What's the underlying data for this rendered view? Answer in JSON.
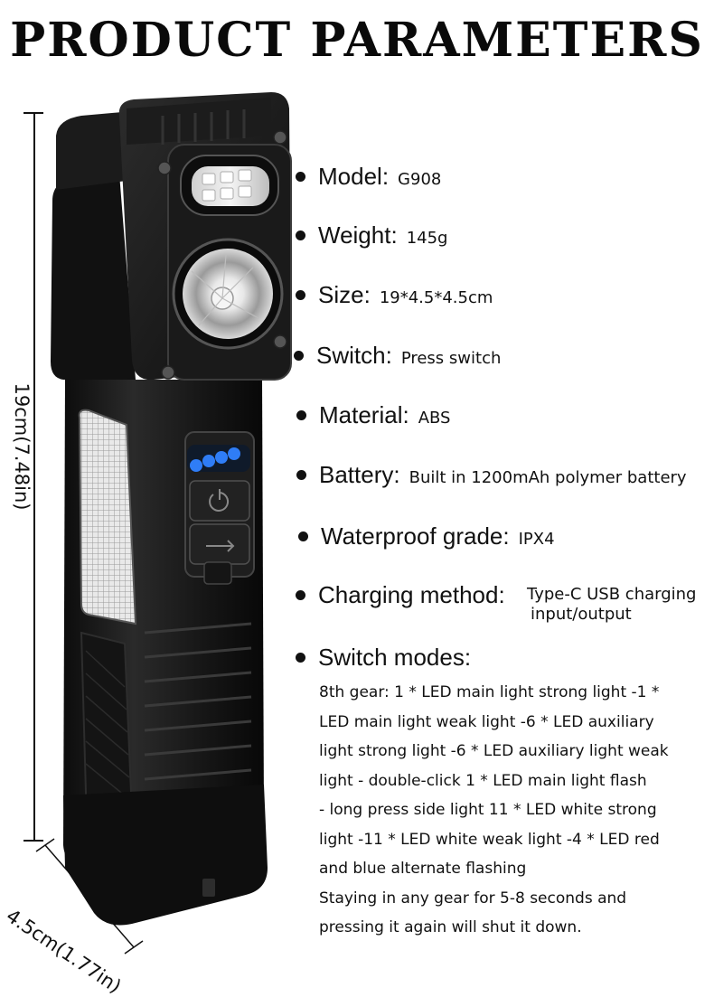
{
  "title": "PRODUCT PARAMETERS",
  "dimensions": {
    "length": "19cm(7.48in)",
    "width": "4.5cm(1.77in)"
  },
  "specs": [
    {
      "label": "Model:",
      "value": "G908"
    },
    {
      "label": "Weight:",
      "value": "145g"
    },
    {
      "label": "Size:",
      "value": "19*4.5*4.5cm"
    },
    {
      "label": "Switch:",
      "value": "Press switch"
    },
    {
      "label": "Material:",
      "value": "ABS"
    },
    {
      "label": "Battery:",
      "value": "Built in 1200mAh polymer battery"
    },
    {
      "label": "Waterproof grade:",
      "value": "IPX4"
    }
  ],
  "charging": {
    "label": "Charging method:",
    "value_line1": "Type-C USB charging",
    "value_line2": "input/output"
  },
  "modes": {
    "label": "Switch modes:",
    "lines": [
      "8th gear: 1 * LED main light strong light -1 *",
      "LED main light weak light -6 * LED auxiliary",
      "light strong light -6 * LED auxiliary light weak",
      "light - double-click 1 * LED main light flash",
      "- long press side light 11 * LED white strong",
      "light -11 * LED white weak light -4 * LED red",
      "and blue alternate flashing",
      "Staying in any gear for 5-8 seconds and",
      "pressing it again will shut it down."
    ]
  },
  "colors": {
    "body": "#1a1a1a",
    "indicator": "#2f7df6"
  }
}
